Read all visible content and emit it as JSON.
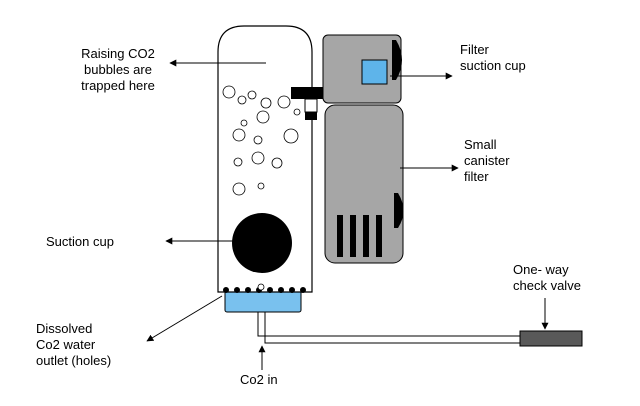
{
  "diagram": {
    "labels": {
      "raising_co2": "Raising CO2\nbubbles are\ntrapped here",
      "filter_suction_cup": "Filter\nsuction cup",
      "small_canister_filter": "Small\ncanister\nfilter",
      "suction_cup": "Suction cup",
      "one_way_check_valve": "One- way\ncheck valve",
      "dissolved_outlet": "Dissolved\nCo2 water\noutlet (holes)",
      "co2_in": "Co2 in"
    },
    "colors": {
      "outline": "#000000",
      "filter_body": "#a6a6a6",
      "suction_window": "#5eb4ea",
      "water_cap": "#79c1ee",
      "valve": "#595959",
      "background": "#ffffff"
    }
  }
}
